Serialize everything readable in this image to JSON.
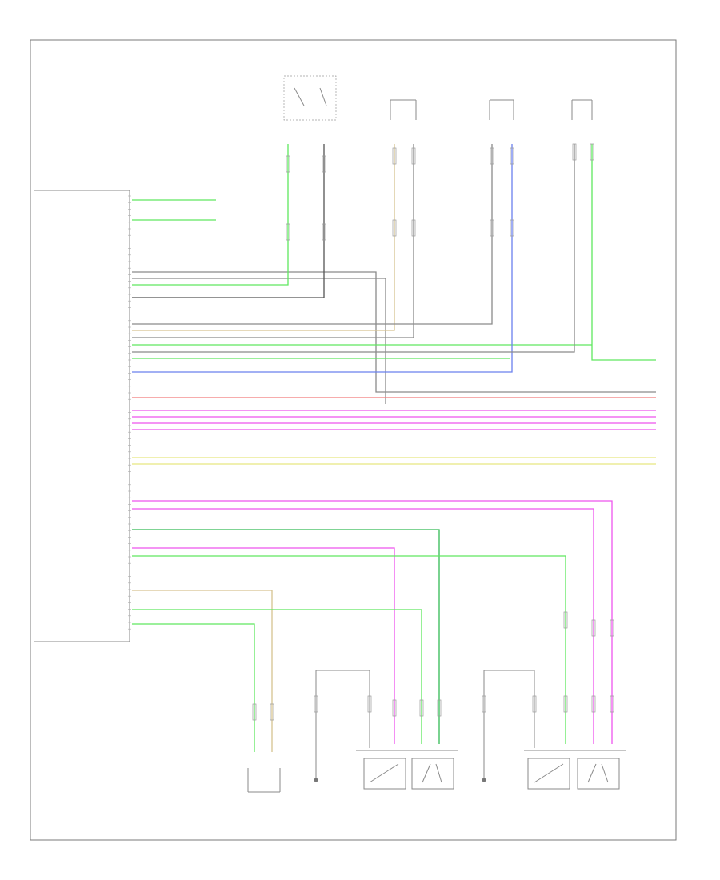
{
  "figure_id": "",
  "colors": {
    "lt_green": "#5fe85f",
    "green": "#33bb55",
    "pink": "#ee55ee",
    "red": "#f27a7a",
    "yellow": "#e6e680",
    "tan": "#d6c290",
    "blue": "#6a80ee",
    "gray": "#8a8a8a",
    "dark_gray": "#555555"
  },
  "wires": [
    {
      "id": "w01",
      "color": "lt_green"
    },
    {
      "id": "w02",
      "color": "lt_green"
    },
    {
      "id": "w03",
      "color": "gray"
    },
    {
      "id": "w04",
      "color": "gray"
    },
    {
      "id": "w05",
      "color": "lt_green"
    },
    {
      "id": "w06",
      "color": "dark_gray"
    },
    {
      "id": "w07",
      "color": "tan"
    },
    {
      "id": "w08",
      "color": "gray"
    },
    {
      "id": "w09",
      "color": "gray"
    },
    {
      "id": "w10",
      "color": "lt_green"
    },
    {
      "id": "w11",
      "color": "lt_green"
    },
    {
      "id": "w12",
      "color": "blue"
    },
    {
      "id": "w13",
      "color": "gray"
    },
    {
      "id": "w14",
      "color": "red"
    },
    {
      "id": "w15",
      "color": "pink"
    },
    {
      "id": "w16",
      "color": "pink"
    },
    {
      "id": "w17",
      "color": "pink"
    },
    {
      "id": "w18",
      "color": "pink"
    },
    {
      "id": "w19",
      "color": "yellow"
    },
    {
      "id": "w20",
      "color": "yellow"
    },
    {
      "id": "w21",
      "color": "pink"
    },
    {
      "id": "w22",
      "color": "pink"
    },
    {
      "id": "w23",
      "color": "green"
    },
    {
      "id": "w24",
      "color": "pink"
    },
    {
      "id": "w25",
      "color": "lt_green"
    },
    {
      "id": "w26",
      "color": "tan"
    },
    {
      "id": "w27",
      "color": "lt_green"
    },
    {
      "id": "w28",
      "color": "lt_green"
    }
  ]
}
